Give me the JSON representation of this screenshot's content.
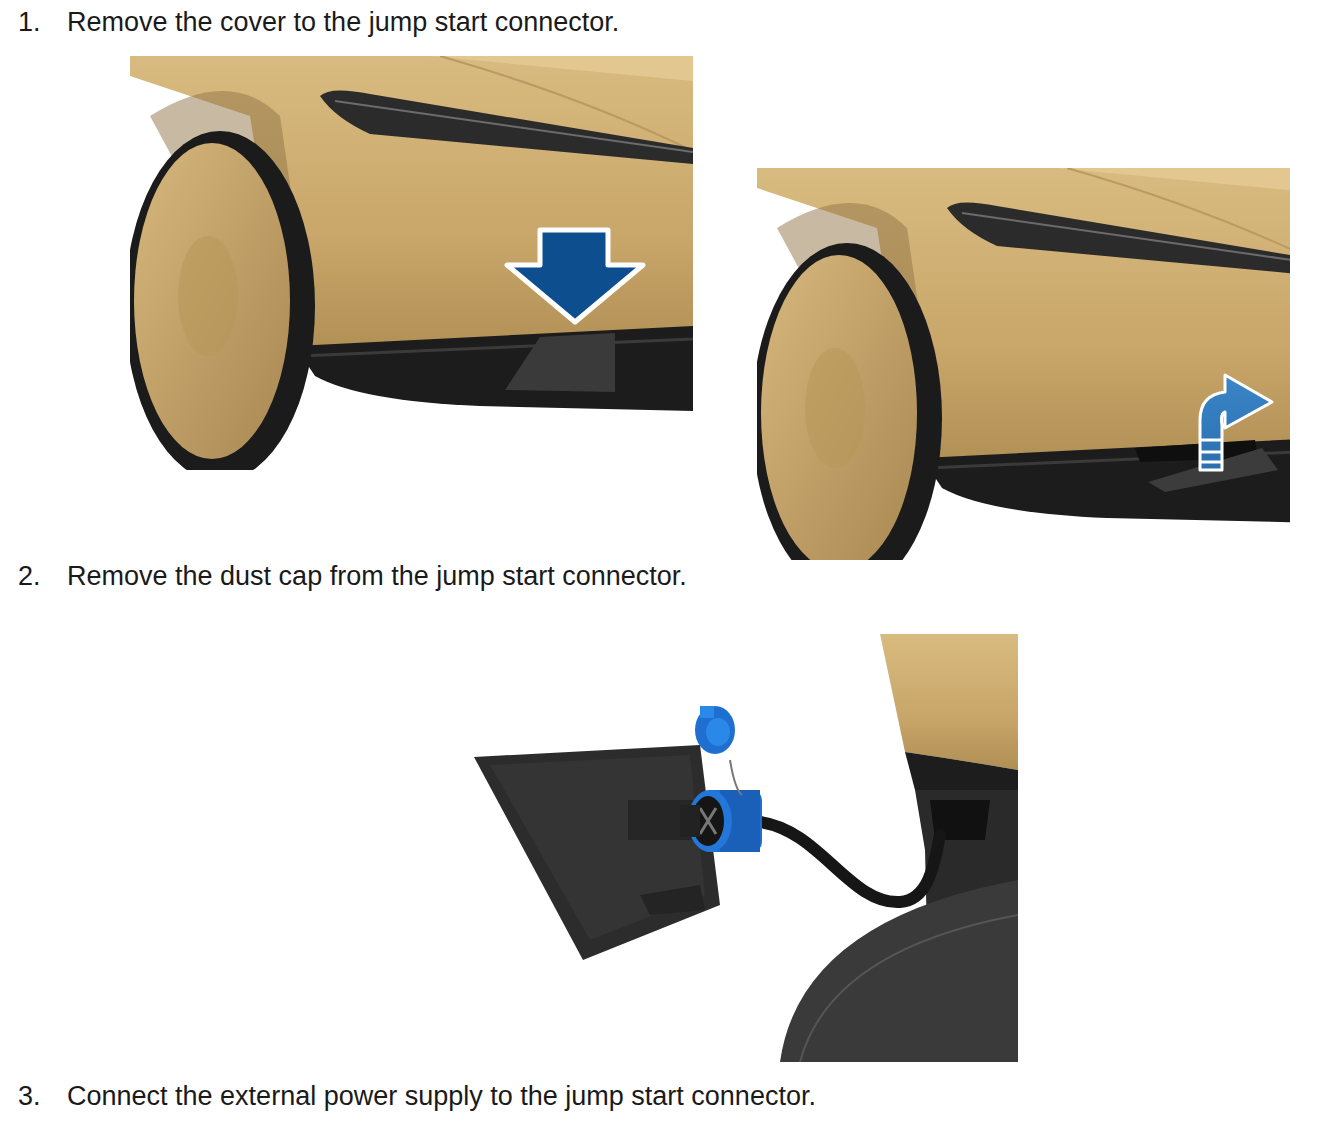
{
  "diagram": {
    "labels": [
      "1.",
      "Remove the cover to the jump start connector.",
      "2.",
      "Remove the dust cap from the jump start connector.",
      "3.",
      "Connect the external power supply to the jump start connector."
    ]
  }
}
